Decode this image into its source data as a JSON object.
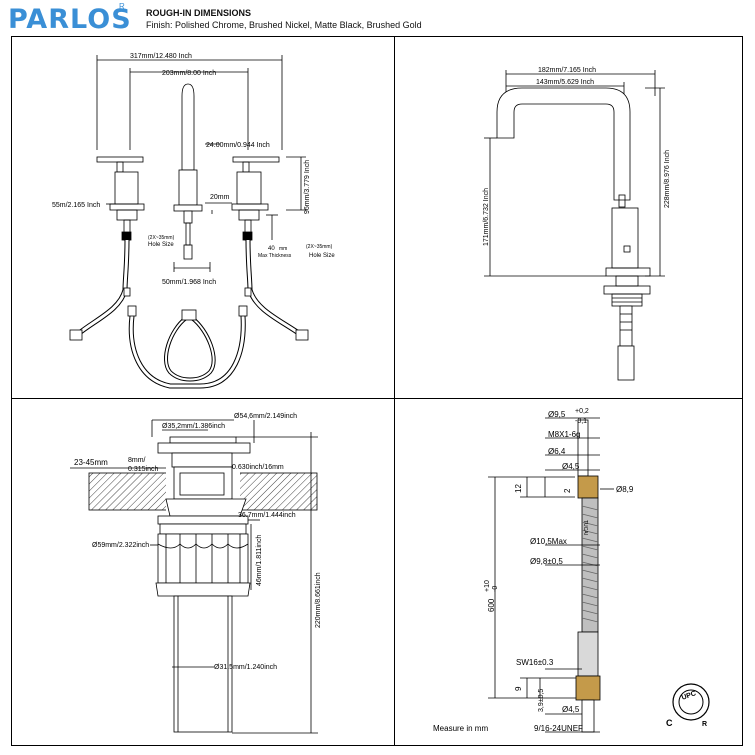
{
  "header": {
    "brand": "PARLOS",
    "reg_mark": "R",
    "title": "ROUGH-IN DIMENSIONS",
    "finish": "Finish: Polished Chrome, Brushed Nickel, Matte Black, Brushed Gold"
  },
  "front_view": {
    "overall_width": "317mm/12.480 Inch",
    "center_spread": "203mm/8.00 Inch",
    "spout_dia": "24.00mm/0.944 Inch",
    "handle_height": "96mm/3.779 Inch",
    "handle_dia": "55m/2.165 Inch",
    "gap": "20mm",
    "hole_left": "(2X~35mm)",
    "hole_size_left": "Hole Size",
    "thickness_val": "40",
    "thickness_unit": "mm",
    "max_thickness": "Max Thickness",
    "hole_right": "(2X~35mm)",
    "hole_size_right": "Hole Size",
    "tail_width": "50mm/1.968 Inch"
  },
  "side_view": {
    "reach_total": "182mm/7.165 Inch",
    "reach_spout": "143mm/5.629 Inch",
    "height_total": "228mm/8.976 Inch",
    "spout_height": "171mm/6.732 Inch"
  },
  "drain_view": {
    "flange_dia": "Ø54,6mm/2.149inch",
    "cap_dia": "Ø35,2mm/1.386inch",
    "counter_range": "23-45mm",
    "thread_len": "8mm/",
    "thread_len_in": "0.315inch",
    "gap_label": "0.630inch/16mm",
    "nut_dia": "36.7mm/1.444inch",
    "body_dia": "Ø59mm/2.322inch",
    "body_height": "46mm/1.811inch",
    "total_length": "220mm/8.661inch",
    "tail_dia": "Ø31.5mm/1.240inch"
  },
  "hose_view": {
    "dia_top": "Ø9,5",
    "tol_plus": "+0,2",
    "tol_minus": "-0,1",
    "thread_top": "M8X1-6g",
    "dia_64": "Ø6,4",
    "dia_45_top": "Ø4,5",
    "dim_12": "12",
    "dim_2": "2",
    "dia_89": "Ø8,9",
    "brand_top": "TUCAI",
    "dia_105": "Ø10,5Max",
    "dia_98": "Ø9,8±0,5",
    "length": "600",
    "len_plus": "+10",
    "len_minus": "-0",
    "sw_label": "SW16±0.3",
    "dim_9": "9",
    "dim_39": "3,9±0,5",
    "dia_45_bot": "Ø4,5",
    "thread_bot": "9/16-24UNEF",
    "measure_note": "Measure in mm",
    "cert_ring": "UPC",
    "cert_c": "C",
    "cert_r": "R"
  }
}
